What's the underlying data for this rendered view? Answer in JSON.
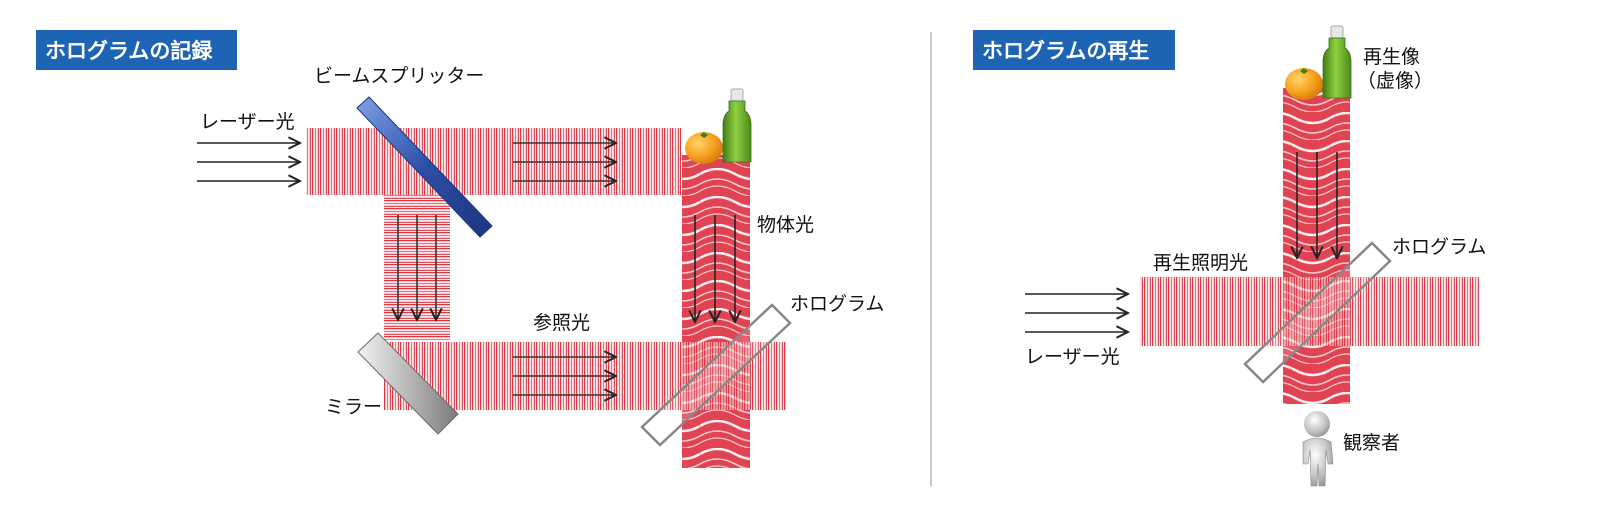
{
  "recording": {
    "title": "ホログラムの記録",
    "labels": {
      "laser": "レーザー光",
      "beam_splitter": "ビームスプリッター",
      "mirror": "ミラー",
      "reference_light": "参照光",
      "object_light": "物体光",
      "hologram": "ホログラム"
    }
  },
  "reconstruction": {
    "title": "ホログラムの再生",
    "labels": {
      "virtual_image_line1": "再生像",
      "virtual_image_line2": "（虚像）",
      "hologram": "ホログラム",
      "illumination_light": "再生照明光",
      "laser": "レーザー光",
      "observer": "観察者"
    }
  },
  "colors": {
    "title_bg": "#1d64b4",
    "beam": "#d8303e",
    "beam_splitter": "#2d4fa6",
    "mirror": "#9a9a9a",
    "orange": "#f4a21e",
    "bottle": "#6aa92a"
  },
  "icons": [
    "orange-fruit-icon",
    "green-bottle-icon",
    "observer-person-icon",
    "arrow-icon"
  ]
}
